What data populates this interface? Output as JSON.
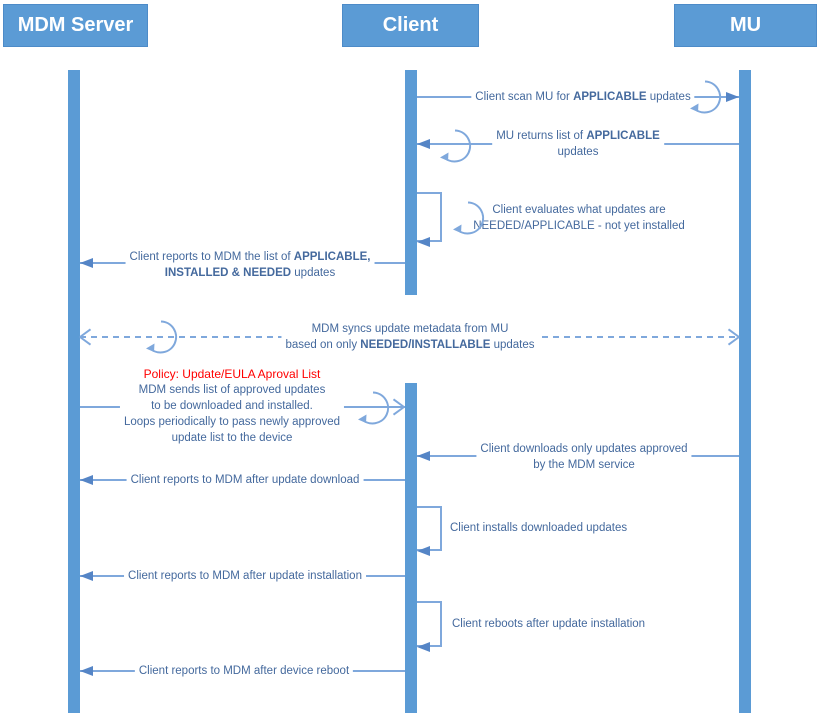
{
  "diagram_type": "uml-sequence-diagram",
  "colors": {
    "actor_fill": "#5B9BD5",
    "line": "#7FA8DC",
    "arrowhead": "#5585C6",
    "text": "#44699D",
    "policy_text": "#FF0000"
  },
  "actors": [
    {
      "name": "MDM Server"
    },
    {
      "name": "Client"
    },
    {
      "name": "MU"
    }
  ],
  "messages": [
    {
      "id": "scan",
      "from": "Client",
      "to": "MU",
      "line_style": "solid",
      "arrow": "filled",
      "loop_icon": true,
      "lines": [
        [
          {
            "text": "Client scan MU for "
          },
          {
            "text": "APPLICABLE",
            "bold": true
          },
          {
            "text": " updates"
          }
        ]
      ]
    },
    {
      "id": "return-applicable",
      "from": "MU",
      "to": "Client",
      "line_style": "solid",
      "arrow": "filled",
      "loop_icon": true,
      "lines": [
        [
          {
            "text": "MU returns list of "
          },
          {
            "text": "APPLICABLE",
            "bold": true
          }
        ],
        [
          {
            "text": "updates"
          }
        ]
      ]
    },
    {
      "id": "evaluate",
      "from": "Client",
      "to": "Client",
      "line_style": "self",
      "arrow": "filled",
      "loop_icon": true,
      "lines": [
        [
          {
            "text": "Client evaluates what updates are"
          }
        ],
        [
          {
            "text": "NEEDED/APPLICABLE - not yet installed"
          }
        ]
      ]
    },
    {
      "id": "report-list",
      "from": "Client",
      "to": "MDM Server",
      "line_style": "solid",
      "arrow": "filled",
      "lines": [
        [
          {
            "text": "Client reports to MDM the list of "
          },
          {
            "text": "APPLICABLE,",
            "bold": true
          }
        ],
        [
          {
            "text": "INSTALLED & NEEDED",
            "bold": true
          },
          {
            "text": " updates"
          }
        ]
      ]
    },
    {
      "id": "sync-metadata",
      "from": "MDM Server",
      "to": "MU",
      "line_style": "dashed",
      "arrow": "open-both-ends",
      "loop_icon": true,
      "lines": [
        [
          {
            "text": "MDM syncs update metadata from MU"
          }
        ],
        [
          {
            "text": "based on only "
          },
          {
            "text": "NEEDED/INSTALLABLE",
            "bold": true
          },
          {
            "text": " updates"
          }
        ]
      ]
    },
    {
      "id": "approved-list",
      "from": "MDM Server",
      "to": "Client",
      "line_style": "solid",
      "arrow": "open",
      "loop_icon": true,
      "policy_title": "Policy: Update/EULA Aproval List",
      "lines": [
        [
          {
            "text": "MDM sends list of approved updates"
          }
        ],
        [
          {
            "text": "to be downloaded and installed."
          }
        ],
        [
          {
            "text": "Loops periodically to pass newly approved"
          }
        ],
        [
          {
            "text": "update list to the device"
          }
        ]
      ]
    },
    {
      "id": "download",
      "from": "MU",
      "to": "Client",
      "line_style": "solid",
      "arrow": "filled",
      "lines": [
        [
          {
            "text": "Client downloads only updates approved"
          }
        ],
        [
          {
            "text": "by the MDM service"
          }
        ]
      ]
    },
    {
      "id": "report-download",
      "from": "Client",
      "to": "MDM Server",
      "line_style": "solid",
      "arrow": "filled",
      "lines": [
        [
          {
            "text": "Client reports to MDM after update download"
          }
        ]
      ]
    },
    {
      "id": "install",
      "from": "Client",
      "to": "Client",
      "line_style": "self",
      "arrow": "filled",
      "lines": [
        [
          {
            "text": "Client installs downloaded updates"
          }
        ]
      ]
    },
    {
      "id": "report-install",
      "from": "Client",
      "to": "MDM Server",
      "line_style": "solid",
      "arrow": "filled",
      "lines": [
        [
          {
            "text": "Client reports to MDM after update installation"
          }
        ]
      ]
    },
    {
      "id": "reboot",
      "from": "Client",
      "to": "Client",
      "line_style": "self",
      "arrow": "filled",
      "lines": [
        [
          {
            "text": "Client reboots after update installation"
          }
        ]
      ]
    },
    {
      "id": "report-reboot",
      "from": "Client",
      "to": "MDM Server",
      "line_style": "solid",
      "arrow": "filled",
      "lines": [
        [
          {
            "text": "Client reports to MDM after device reboot"
          }
        ]
      ]
    }
  ]
}
